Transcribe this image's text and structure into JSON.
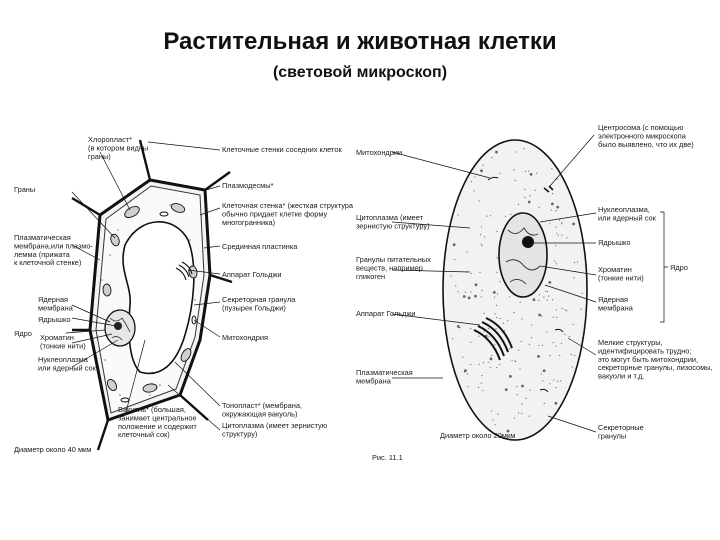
{
  "title": "Растительная и животная клетки",
  "subtitle": "(световой микроскоп)",
  "plant_cell": {
    "labels": {
      "chloroplast": [
        "Хлоропласт*",
        "(в котором видны",
        "граны)"
      ],
      "granules": [
        "Граны"
      ],
      "plasma_membrane": [
        "Плазматическая",
        "мембрана,или плазмо-",
        "лемма (прижата",
        "к клеточной стенке)"
      ],
      "nuclear_membrane": [
        "Ядерная",
        "мембрана"
      ],
      "nucleolus": [
        "Ядрышко"
      ],
      "nucleus": [
        "Ядро"
      ],
      "chromatin": [
        "Хроматин",
        "(тонкие нити)"
      ],
      "nucleoplasm": [
        "Нуклеоплазма",
        "или ядерный сок"
      ],
      "vacuole": [
        "Вакуоль* (большая,",
        "занимает центральное",
        "положение и содержит",
        "клеточный сок)"
      ],
      "diameter": [
        "Диаметр около 40 мкм"
      ],
      "cell_walls": [
        "Клеточные стенки соседних клеток"
      ],
      "plasmodesmata": [
        "Плазмодесмы*"
      ],
      "cell_wall": [
        "Клеточная стенка* (жесткая структура",
        "обычно придает клетке форму",
        "многогранника)"
      ],
      "middle_lamella": [
        "Срединная пластинка"
      ],
      "golgi": [
        "Аппарат Гольджи"
      ],
      "secretory_granule": [
        "Секреторная гранула",
        "(пузырек Гольджи)"
      ],
      "mitochondrion": [
        "Митохондрия"
      ],
      "tonoplast": [
        "Тонопласт* (мембрана,",
        "окружающая вакуоль)"
      ],
      "cytoplasm": [
        "Цитоплазма (имеет зернистую",
        "структуру)"
      ]
    }
  },
  "animal_cell": {
    "labels": {
      "mitochondria": [
        "Митохондрии"
      ],
      "cytoplasm": [
        "Цитоплазма (имеет",
        "зернистую структуру)"
      ],
      "food_granules": [
        "Гранулы питательных",
        "веществ, например",
        "гликоген"
      ],
      "golgi": [
        "Аппарат Гольджи"
      ],
      "plasma_membrane": [
        "Плазматическая",
        "мембрана"
      ],
      "diameter": [
        "Диаметр около 20мкм"
      ],
      "centrosome": [
        "Центросома (с помощью",
        "электронного микроскопа",
        "было выявлено, что их две)"
      ],
      "nucleoplasm": [
        "Нуклеоплазма,",
        "или ядерный сок"
      ],
      "nucleolus": [
        "Ядрышко"
      ],
      "chromatin": [
        "Хроматин",
        "(тонкие нити)"
      ],
      "nuclear_membrane": [
        "Ядерная",
        "мембрана"
      ],
      "nucleus": [
        "Ядро"
      ],
      "small_structures": [
        "Мелкие структуры,",
        "идентифицировать трудно;",
        "это могут быть митохондрии,",
        "секреторные гранулы, лизосомы,",
        "вакуоли и т.д."
      ],
      "secretory_granules": [
        "Секреторные",
        "гранулы"
      ]
    }
  },
  "footer_mark": "Рис. 11.1"
}
